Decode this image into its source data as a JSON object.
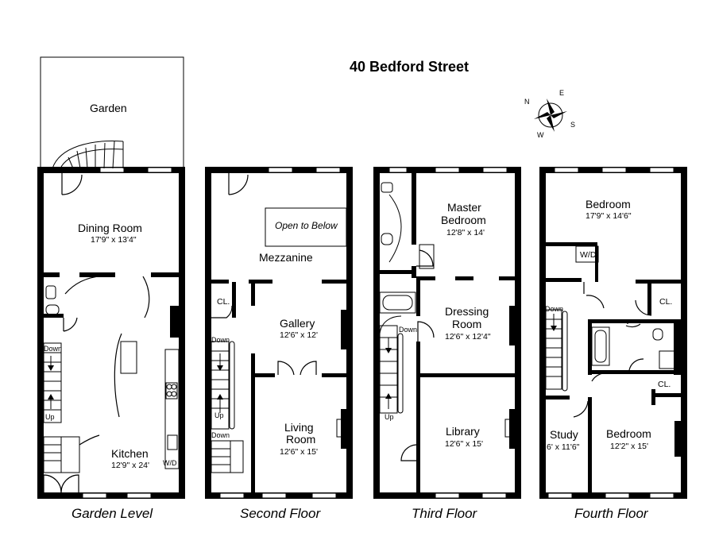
{
  "title": "40 Bedford Street",
  "compass": {
    "n": "N",
    "e": "E",
    "s": "S",
    "w": "W"
  },
  "floors": {
    "garden": {
      "caption": "Garden Level",
      "garden": "Garden",
      "dining": {
        "name": "Dining Room",
        "dims": "17'9\" x 13'4\""
      },
      "kitchen": {
        "name": "Kitchen",
        "dims": "12'9\" x 24'"
      },
      "down": "Down",
      "up": "Up",
      "wd": "W/D"
    },
    "second": {
      "caption": "Second Floor",
      "open_below": "Open to Below",
      "mezzanine": "Mezzanine",
      "closet": "CL.",
      "gallery": {
        "name": "Gallery",
        "dims": "12'6\" x 12'"
      },
      "living": {
        "name_line1": "Living",
        "name_line2": "Room",
        "dims": "12'6\" x 15'"
      },
      "down1": "Down",
      "up": "Up",
      "down2": "Down"
    },
    "third": {
      "caption": "Third Floor",
      "master": {
        "name_line1": "Master",
        "name_line2": "Bedroom",
        "dims": "12'8\" x 14'"
      },
      "dressing": {
        "name_line1": "Dressing",
        "name_line2": "Room",
        "dims": "12'6\" x 12'4\""
      },
      "library": {
        "name": "Library",
        "dims": "12'6\" x 15'"
      },
      "down": "Down",
      "up": "Up"
    },
    "fourth": {
      "caption": "Fourth Floor",
      "bedroom1": {
        "name": "Bedroom",
        "dims": "17'9\" x 14'6\""
      },
      "wd": "W/D",
      "closet1": "CL.",
      "closet2": "CL.",
      "down": "Down",
      "study": {
        "name": "Study",
        "dims": "6' x 11'6\""
      },
      "bedroom2": {
        "name": "Bedroom",
        "dims": "12'2\" x 15'"
      }
    }
  }
}
